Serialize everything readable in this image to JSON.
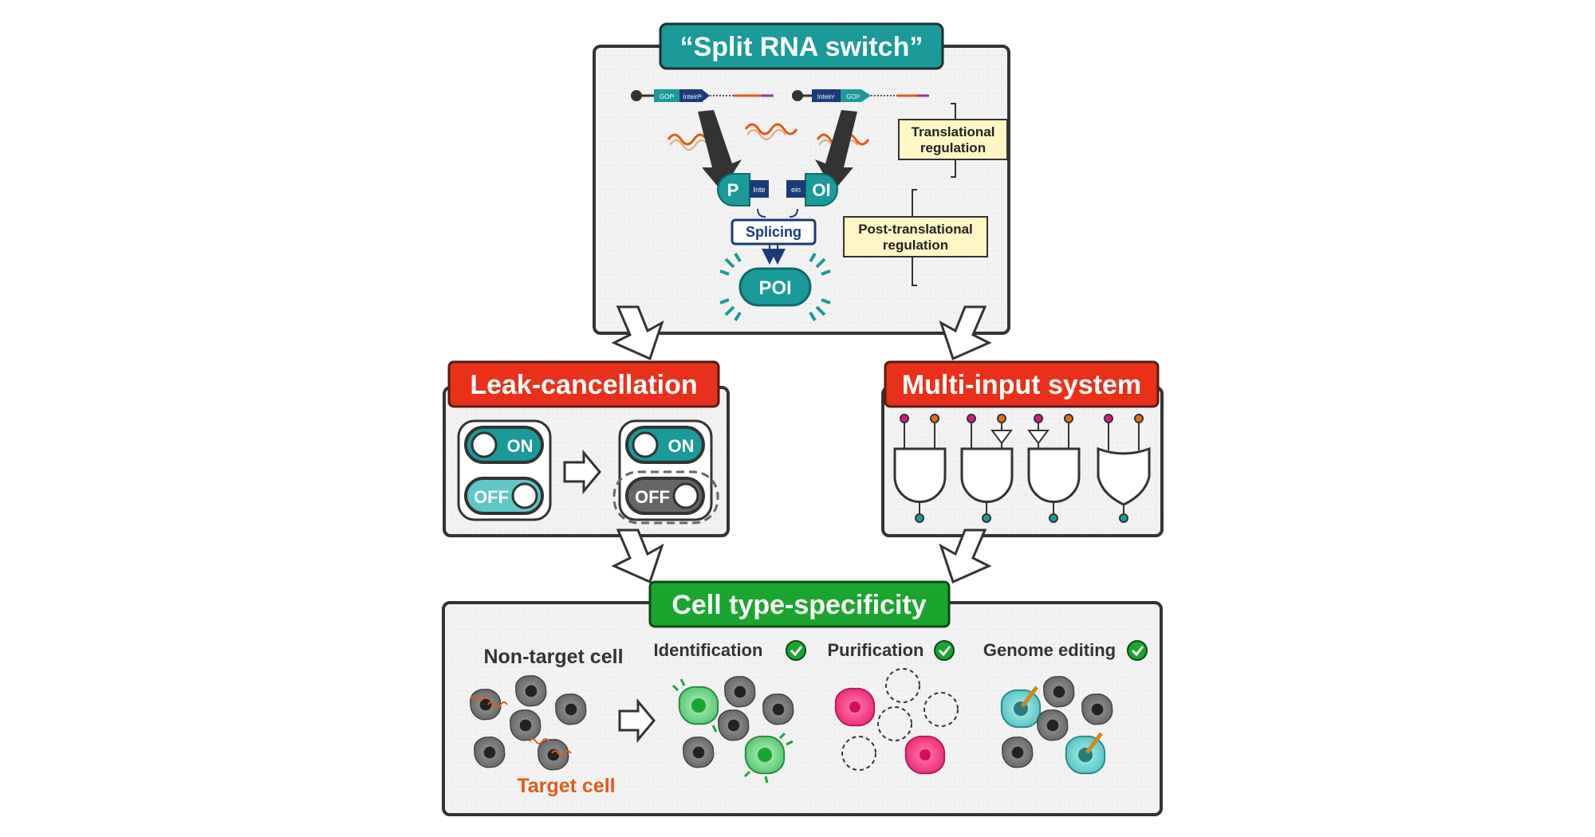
{
  "top": {
    "title": "“Split RNA switch”",
    "construct_left": {
      "gene": "GOIᴺ",
      "intein": "Inteinᴺ"
    },
    "construct_right": {
      "intein": "Inteinᶜ",
      "gene": "GOIᶜ"
    },
    "translational_label": [
      "Translational",
      "regulation"
    ],
    "post_translational_label": [
      "Post-translational",
      "regulation"
    ],
    "protein_left": {
      "poi": "P",
      "intein": "Inte"
    },
    "protein_right": {
      "intein": "ein",
      "poi": "OI"
    },
    "splicing_label": "Splicing",
    "poi_label": "POI"
  },
  "leak": {
    "title": "Leak-cancellation",
    "on_label": "ON",
    "off_label": "OFF"
  },
  "multi": {
    "title": "Multi-input system"
  },
  "cell": {
    "title": "Cell type-specificity",
    "non_target_label": "Non-target cell",
    "target_label": "Target cell",
    "identification_label": "Identification",
    "purification_label": "Purification",
    "genome_editing_label": "Genome editing"
  },
  "colors": {
    "teal": "#1a9a9a",
    "red_banner": "#e8301a",
    "green_banner": "#1aa52e",
    "dark_blue": "#1a3a7a",
    "orange_rna": "#e05a1a",
    "label_yellow": "#fff6c4",
    "panel_bg": "#f0f0f0",
    "target_text": "#e05a1a",
    "pink_cell": "#f0307a",
    "green_cell": "#4cc870",
    "cyan_cell": "#5cc8c8"
  }
}
